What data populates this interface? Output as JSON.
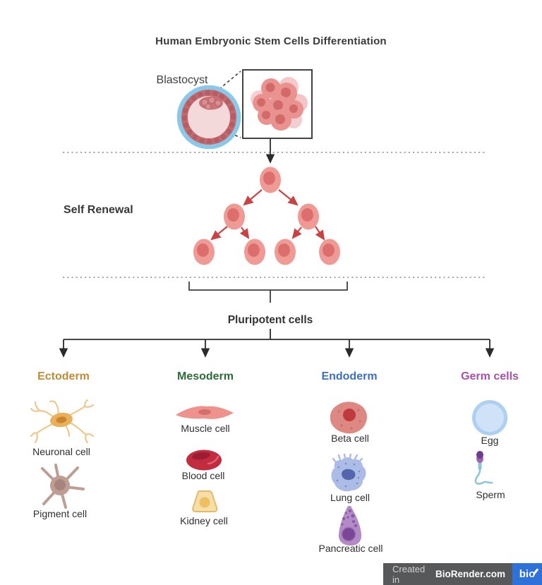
{
  "title": "Human Embryonic Stem Cells Differentiation",
  "labels": {
    "blastocyst": "Blastocyst",
    "self_renewal": "Self Renewal",
    "pluripotent": "Pluripotent cells"
  },
  "lineages": [
    {
      "name": "Ectoderm",
      "color": "#bf8b35",
      "cells": [
        "Neuronal cell",
        "Pigment cell"
      ]
    },
    {
      "name": "Mesoderm",
      "color": "#2e6b3c",
      "cells": [
        "Muscle cell",
        "Blood cell",
        "Kidney cell"
      ]
    },
    {
      "name": "Endoderm",
      "color": "#3e6fc1",
      "cells": [
        "Beta cell",
        "Lung cell",
        "Pancreatic cell"
      ]
    },
    {
      "name": "Germ cells",
      "color": "#a850a8",
      "cells": [
        "Egg",
        "Sperm"
      ]
    }
  ],
  "footer": {
    "created_in": "Created in",
    "brand": "BioRender.com",
    "logo_text": "bio",
    "badge_bg": "#57585a",
    "logo_bg": "#2e71d9"
  }
}
